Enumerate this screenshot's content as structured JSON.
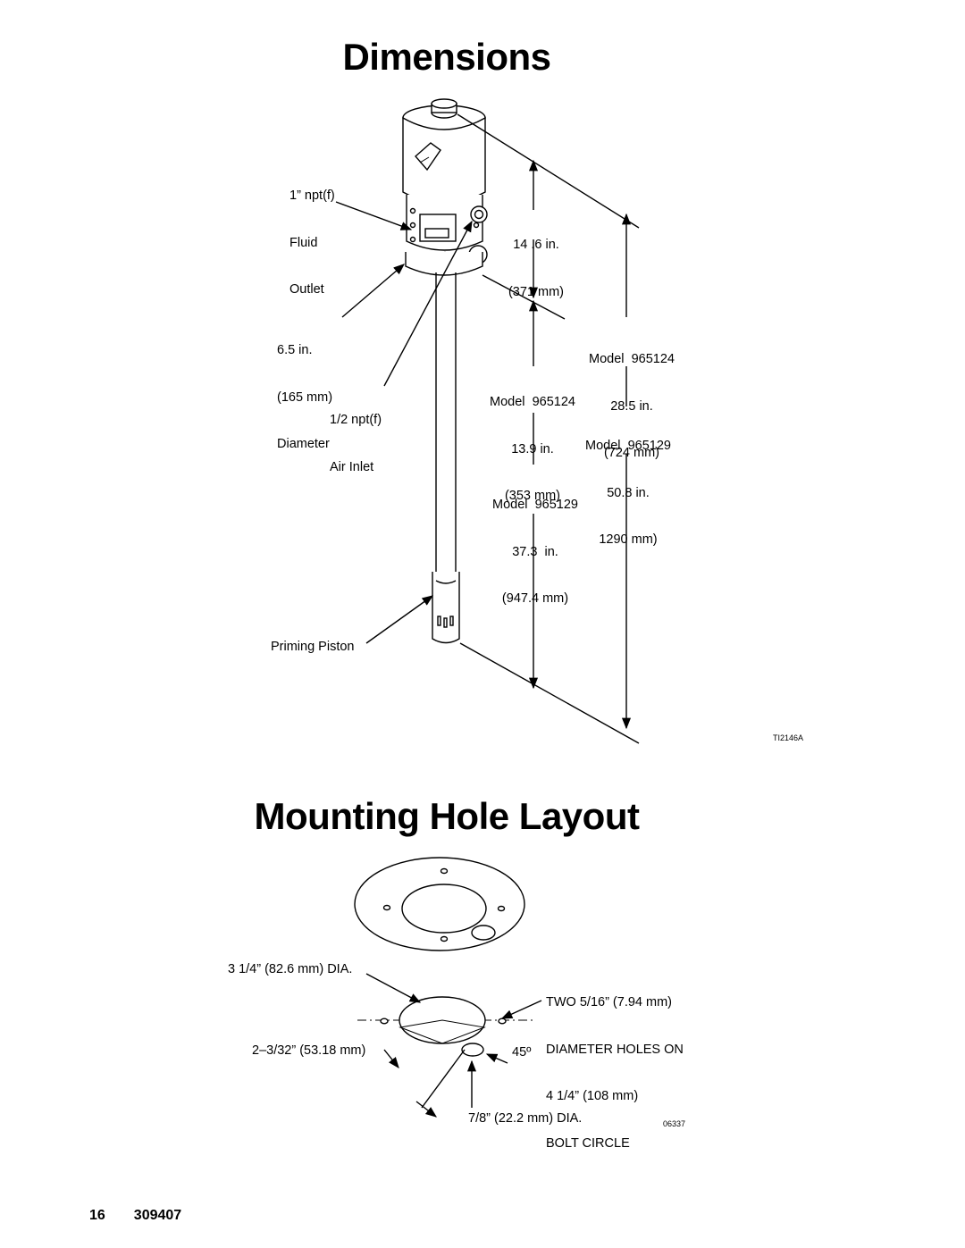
{
  "dimensions": {
    "title": "Dimensions",
    "fluid_outlet": [
      "1” npt(f)",
      "Fluid",
      "Outlet"
    ],
    "diameter": [
      "6.5 in.",
      "(165 mm)",
      "Diameter"
    ],
    "air_inlet": [
      "1/2 npt(f)",
      "Air Inlet"
    ],
    "priming_piston": "Priming Piston",
    "motor_height": [
      "14 .6 in.",
      "(371 mm)"
    ],
    "lower_965124": [
      "Model  965124",
      "13.9 in.",
      "(353 mm)"
    ],
    "lower_965129": [
      "Model  965129",
      "37.3  in.",
      "(947.4 mm)"
    ],
    "overall_965124": [
      "Model  965124",
      "28.5 in.",
      "(724 mm)"
    ],
    "overall_965129": [
      "Model  965129",
      "50.8 in.",
      "1290 mm)"
    ],
    "figure_id": "TI2146A"
  },
  "mounting": {
    "title": "Mounting Hole Layout",
    "center_dia": "3 1/4” (82.6 mm) DIA.",
    "offset": "2–3/32” (53.18 mm)",
    "holes": [
      "TWO 5/16” (7.94 mm)",
      "DIAMETER HOLES ON",
      "4 1/4” (108 mm)",
      "BOLT CIRCLE"
    ],
    "angle": "45º",
    "small_dia": "7/8” (22.2 mm) DIA.",
    "figure_id": "06337"
  },
  "footer": {
    "page": "16",
    "doc": "309407"
  }
}
